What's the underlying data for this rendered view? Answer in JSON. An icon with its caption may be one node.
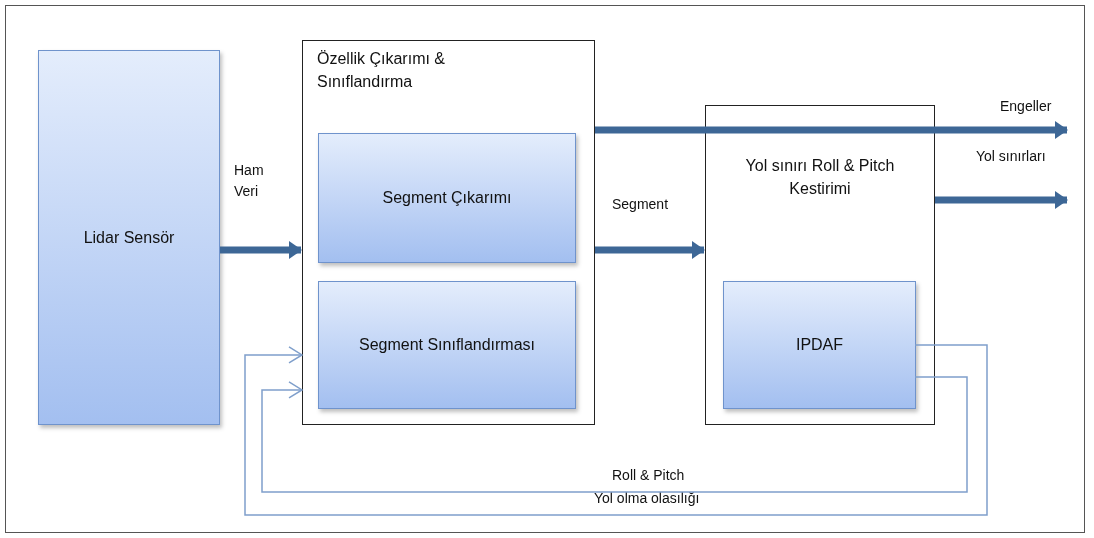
{
  "diagram": {
    "nodes": [
      {
        "text": [
          "Lidar Sensör"
        ]
      },
      {
        "text": [
          "Özellik Çıkarımı & Sınıflandırma"
        ]
      },
      {
        "text": [
          "Segment Çıkarımı"
        ],
        "in": 1
      },
      {
        "text": [
          "Segment Sınıflandırması"
        ],
        "in": 1
      },
      {
        "text": [
          "Yol sınırı Roll & Pitch Kestirimi"
        ]
      },
      {
        "text": [
          "IPDAF"
        ],
        "in": 4
      }
    ],
    "edges": [
      {
        "from": 0,
        "to": 1,
        "arrow": "to",
        "label": "Ham Veri"
      },
      {
        "from": 1,
        "to": 4,
        "arrow": "to",
        "label": "Segment"
      },
      {
        "from": 1,
        "to": null,
        "arrow": "to",
        "label": "Engeller"
      },
      {
        "from": 4,
        "to": null,
        "arrow": "to",
        "label": "Yol sınırları"
      },
      {
        "from": 5,
        "to": 1,
        "arrow": "to",
        "label": "Roll & Pitch",
        "color": "#7f9fcb"
      },
      {
        "from": 5,
        "to": 1,
        "arrow": "to",
        "label": "Yol olma olasılığı",
        "color": "#7f9fcb"
      }
    ]
  }
}
